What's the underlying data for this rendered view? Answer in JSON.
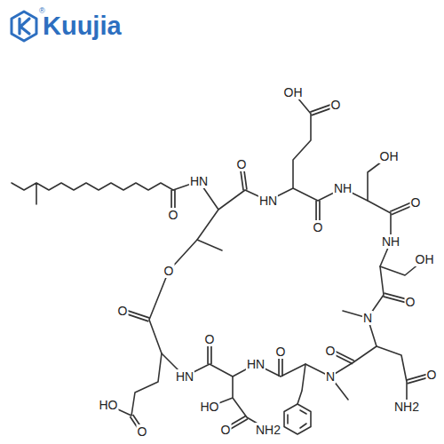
{
  "diagram": {
    "labels": [
      "Kuujia",
      "®",
      "O",
      "HN",
      "O",
      "HN",
      "OH",
      "O",
      "O",
      "NH",
      "OH",
      "O",
      "NH",
      "OH",
      "O",
      "N",
      "O",
      "NH2",
      "O",
      "N",
      "O",
      "HN",
      "HO",
      "O",
      "NH2",
      "O",
      "HN",
      "HO",
      "O",
      "O",
      "O"
    ]
  }
}
